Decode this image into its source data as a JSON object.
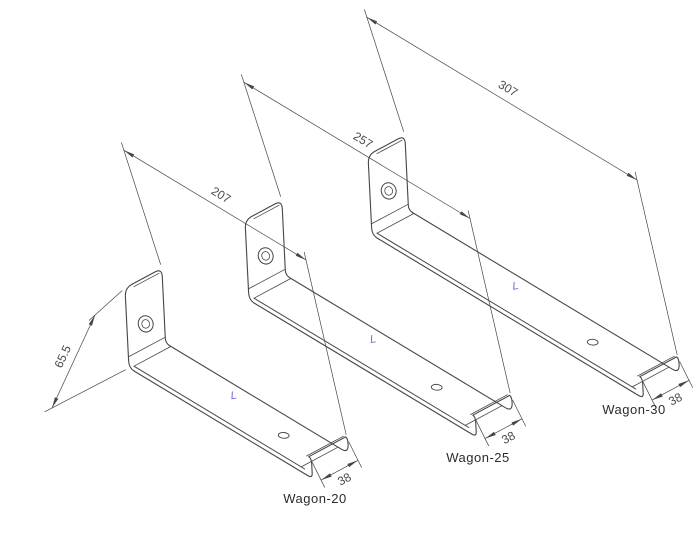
{
  "drawing": {
    "background": "#ffffff",
    "line_color": "#45454a",
    "accent_color": "#7668dd",
    "parts": [
      {
        "name": "Wagon-20",
        "length": "207",
        "height": "65.5",
        "width": "38",
        "mark": "L"
      },
      {
        "name": "Wagon-25",
        "length": "257",
        "width": "38",
        "mark": "L"
      },
      {
        "name": "Wagon-30",
        "length": "307",
        "width": "38",
        "mark": "L"
      }
    ]
  }
}
